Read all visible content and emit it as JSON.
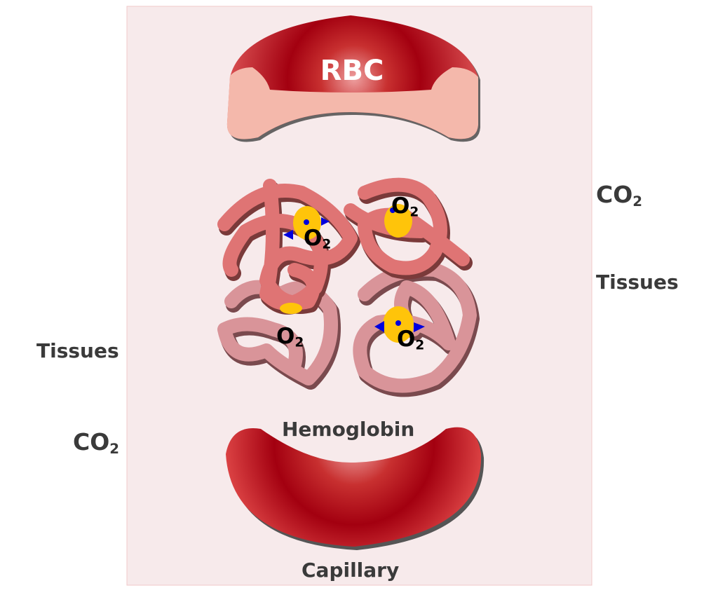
{
  "labels": {
    "rbc": "RBC",
    "co2": "CO",
    "co2_sub": "2",
    "tissues": "Tissues",
    "hemoglobin": "Hemoglobin",
    "capillary": "Capillary",
    "o2": "O",
    "o2_sub": "2"
  },
  "colors": {
    "panel": "#f7eaeb",
    "rbc_red": "#d94848",
    "rbc_dark": "#a00010",
    "rbc_light": "#f4b8ab",
    "chain_alpha": "#df7474",
    "chain_beta": "#d99499",
    "heme": "#ffc40a",
    "iron": "#0000dd",
    "text": "#3a3a3a"
  }
}
